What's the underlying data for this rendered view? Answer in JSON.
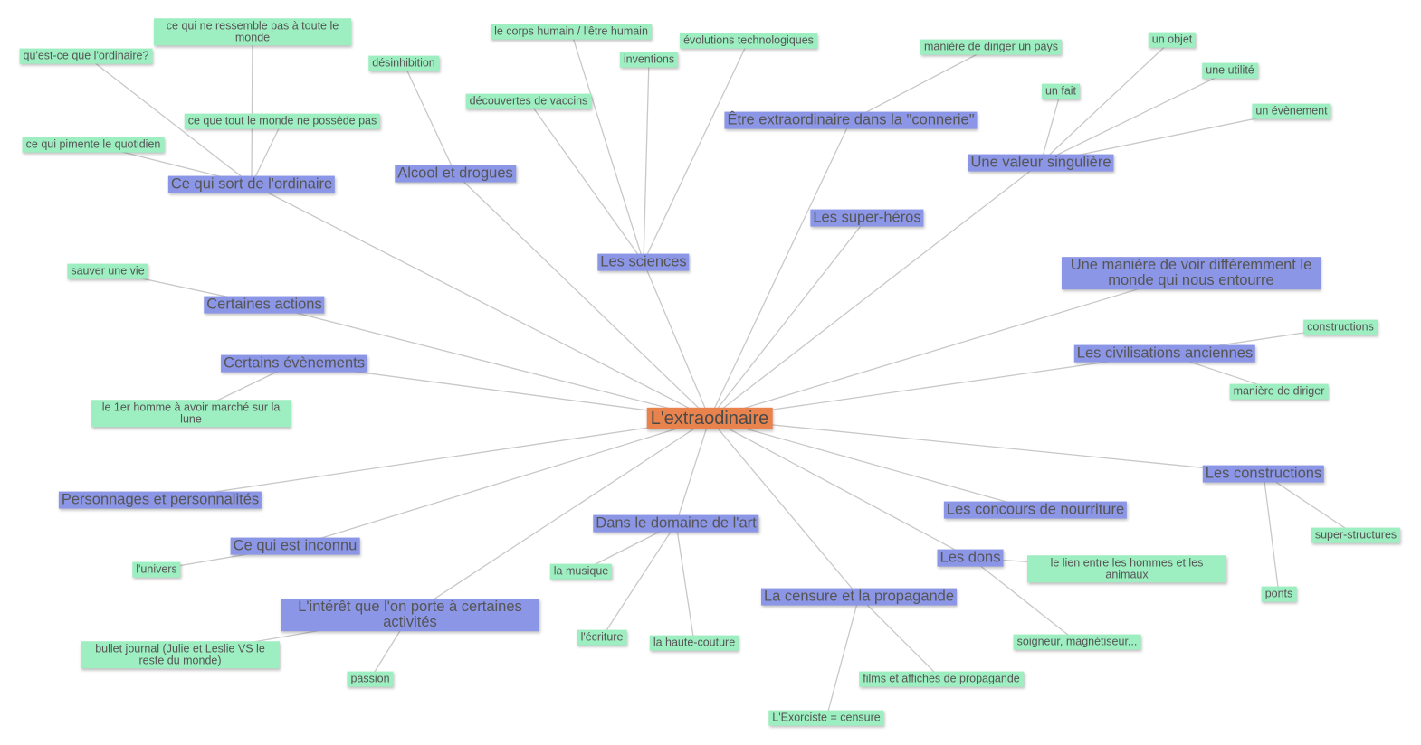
{
  "colors": {
    "center": "#E8834E",
    "main": "#8C96E6",
    "leaf": "#9DEEC0",
    "edge": "#c8c8c8",
    "text": "#555555"
  },
  "center": {
    "id": "c",
    "label": "L'extraodinaire"
  },
  "nodes": [
    {
      "id": "b1",
      "parent": "c",
      "type": "main",
      "label": "Ce qui sort de l'ordinaire"
    },
    {
      "id": "b2",
      "parent": "c",
      "type": "main",
      "label": "Alcool et drogues"
    },
    {
      "id": "b3",
      "parent": "c",
      "type": "main",
      "label": "Les sciences"
    },
    {
      "id": "b4",
      "parent": "c",
      "type": "main",
      "label": "Être extraordinaire dans la \"connerie\""
    },
    {
      "id": "b5",
      "parent": "c",
      "type": "main",
      "label": "Une valeur singulière"
    },
    {
      "id": "b6",
      "parent": "c",
      "type": "main",
      "label": "Les super-héros"
    },
    {
      "id": "b7",
      "parent": "c",
      "type": "main",
      "label": "Une manière de voir différemment le monde qui nous entourre"
    },
    {
      "id": "b8",
      "parent": "c",
      "type": "main",
      "label": "Certaines actions"
    },
    {
      "id": "b9",
      "parent": "c",
      "type": "main",
      "label": "Certains évènements"
    },
    {
      "id": "b10",
      "parent": "c",
      "type": "main",
      "label": "Les civilisations anciennes"
    },
    {
      "id": "b11",
      "parent": "c",
      "type": "main",
      "label": "Personnages et personnalités"
    },
    {
      "id": "b12",
      "parent": "c",
      "type": "main",
      "label": "Ce qui est inconnu"
    },
    {
      "id": "b13",
      "parent": "c",
      "type": "main",
      "label": "L'intérêt que l'on porte à certaines activités"
    },
    {
      "id": "b14",
      "parent": "c",
      "type": "main",
      "label": "Dans le domaine de l'art"
    },
    {
      "id": "b15",
      "parent": "c",
      "type": "main",
      "label": "La censure et la propagande"
    },
    {
      "id": "b16",
      "parent": "c",
      "type": "main",
      "label": "Les dons"
    },
    {
      "id": "b17",
      "parent": "c",
      "type": "main",
      "label": "Les concours de nourriture"
    },
    {
      "id": "b18",
      "parent": "c",
      "type": "main",
      "label": "Les constructions"
    },
    {
      "id": "l1",
      "parent": "b1",
      "type": "leaf",
      "label": "ce qui ne ressemble pas à toute le monde"
    },
    {
      "id": "l2",
      "parent": "b1",
      "type": "leaf",
      "label": "qu'est-ce que l'ordinaire?"
    },
    {
      "id": "l3",
      "parent": "b1",
      "type": "leaf",
      "label": "ce que tout le monde ne possède pas"
    },
    {
      "id": "l4",
      "parent": "b1",
      "type": "leaf",
      "label": "ce qui pimente le quotidien"
    },
    {
      "id": "l5",
      "parent": "b2",
      "type": "leaf",
      "label": "désinhibition"
    },
    {
      "id": "l6",
      "parent": "b3",
      "type": "leaf",
      "label": "le corps humain / l'être humain"
    },
    {
      "id": "l7",
      "parent": "b3",
      "type": "leaf",
      "label": "inventions"
    },
    {
      "id": "l8",
      "parent": "b3",
      "type": "leaf",
      "label": "évolutions technologiques"
    },
    {
      "id": "l9",
      "parent": "b3",
      "type": "leaf",
      "label": "découvertes de vaccins"
    },
    {
      "id": "l10",
      "parent": "b4",
      "type": "leaf",
      "label": "manière de diriger un pays"
    },
    {
      "id": "l11",
      "parent": "b5",
      "type": "leaf",
      "label": "un fait"
    },
    {
      "id": "l12",
      "parent": "b5",
      "type": "leaf",
      "label": "un objet"
    },
    {
      "id": "l13",
      "parent": "b5",
      "type": "leaf",
      "label": "une utilité"
    },
    {
      "id": "l14",
      "parent": "b5",
      "type": "leaf",
      "label": "un évènement"
    },
    {
      "id": "l15",
      "parent": "b8",
      "type": "leaf",
      "label": "sauver une vie"
    },
    {
      "id": "l16",
      "parent": "b9",
      "type": "leaf",
      "label": "le 1er homme à avoir marché sur la lune"
    },
    {
      "id": "l17",
      "parent": "b10",
      "type": "leaf",
      "label": "constructions"
    },
    {
      "id": "l18",
      "parent": "b10",
      "type": "leaf",
      "label": "manière de diriger"
    },
    {
      "id": "l19",
      "parent": "b12",
      "type": "leaf",
      "label": "l'univers"
    },
    {
      "id": "l20",
      "parent": "b13",
      "type": "leaf",
      "label": "bullet journal (Julie et Leslie VS le reste du monde)"
    },
    {
      "id": "l21",
      "parent": "b13",
      "type": "leaf",
      "label": "passion"
    },
    {
      "id": "l22",
      "parent": "b14",
      "type": "leaf",
      "label": "la musique"
    },
    {
      "id": "l23",
      "parent": "b14",
      "type": "leaf",
      "label": "l'écriture"
    },
    {
      "id": "l24",
      "parent": "b14",
      "type": "leaf",
      "label": "la haute-couture"
    },
    {
      "id": "l25",
      "parent": "b15",
      "type": "leaf",
      "label": "films et  affiches de propagande"
    },
    {
      "id": "l26",
      "parent": "b15",
      "type": "leaf",
      "label": "L'Exorciste = censure"
    },
    {
      "id": "l27",
      "parent": "b16",
      "type": "leaf",
      "label": "le lien entre les hommes et les animaux"
    },
    {
      "id": "l28",
      "parent": "b16",
      "type": "leaf",
      "label": "soigneur, magnétiseur..."
    },
    {
      "id": "l29",
      "parent": "b18",
      "type": "leaf",
      "label": "super-structures"
    },
    {
      "id": "l30",
      "parent": "b18",
      "type": "leaf",
      "label": "ponts"
    }
  ]
}
